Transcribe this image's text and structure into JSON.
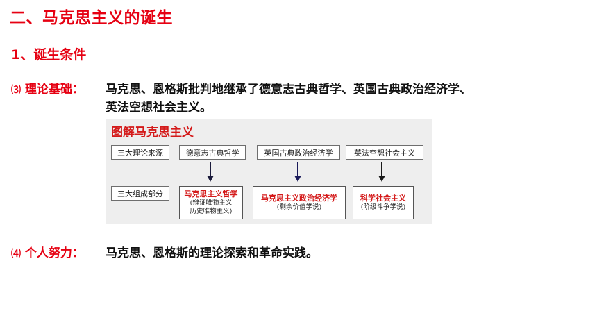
{
  "heading": "二、马克思主义的诞生",
  "subheading": "1、诞生条件",
  "item3": {
    "num": "⑶",
    "label": "理论基础：",
    "line1": "马克思、恩格斯批判地继承了德意志古典哲学、英国古典政治经济学、",
    "line2": "英法空想社会主义。"
  },
  "diagram": {
    "title": "图解马克思主义",
    "row1_label": "三大理论来源",
    "row2_label": "三大组成部分",
    "sources": [
      "德意志古典哲学",
      "英国古典政治经济学",
      "英法空想社会主义"
    ],
    "parts": [
      {
        "main": "马克思主义哲学",
        "sub1": "(辩证唯物主义",
        "sub2": "历史唯物主义)"
      },
      {
        "main": "马克思主义政治经济学",
        "sub1": "(剩余价值学说)"
      },
      {
        "main": "科学社会主义",
        "sub1": "(阶级斗争学说)"
      }
    ],
    "arrow_colors": [
      "#1a1a3a",
      "#1a1a5a",
      "#1a1a1a"
    ]
  },
  "item4": {
    "num": "⑷",
    "label": "个人努力：",
    "text": "马克思、恩格斯的理论探索和革命实践。"
  }
}
